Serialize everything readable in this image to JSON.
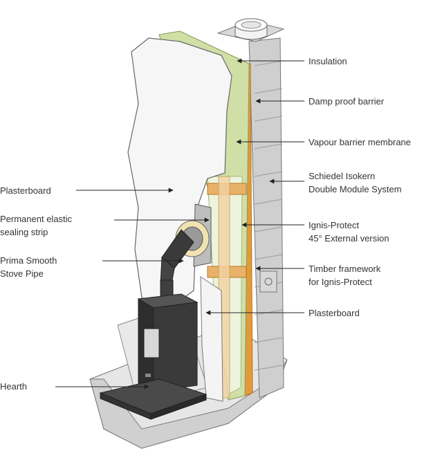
{
  "colors": {
    "insulation": "#cfdfa6",
    "orange": "#e29a3a",
    "plasterboard": "#f2f2f2",
    "brick": "#c9c9c9",
    "stove": "#3a3a3a",
    "hearth_top": "#dcdcdc",
    "leader": "#222222"
  },
  "labels": {
    "insulation": "Insulation",
    "damp_proof": "Damp proof barrier",
    "vapour_barrier": "Vapour barrier membrane",
    "isokern_1": "Schiedel Isokern",
    "isokern_2": "Double Module System",
    "ignis_1": "Ignis-Protect",
    "ignis_2": "45° External version",
    "timber_1": "Timber framework",
    "timber_2": "for Ignis-Protect",
    "plasterboard_right": "Plasterboard",
    "plasterboard_left": "Plasterboard",
    "sealing_1": "Permanent elastic",
    "sealing_2": "sealing strip",
    "stovepipe_1": "Prima Smooth",
    "stovepipe_2": "Stove Pipe",
    "hearth": "Hearth"
  }
}
